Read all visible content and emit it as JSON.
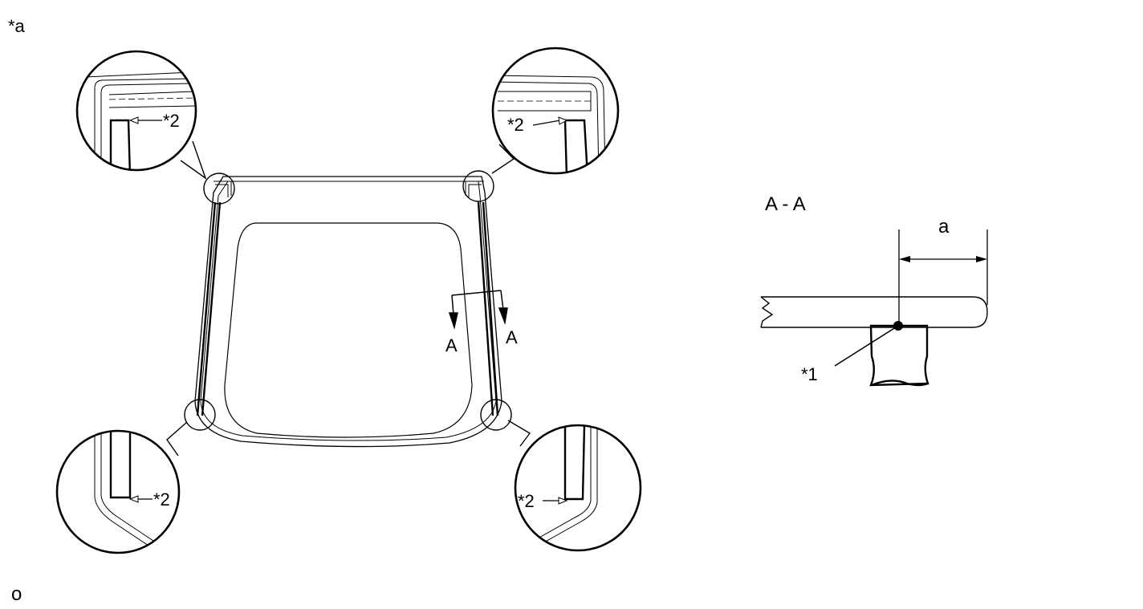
{
  "labels": {
    "figure_id": "*a",
    "footer_code": "o",
    "section_title": "A - A",
    "section_mark_left": "A",
    "section_mark_right": "A",
    "callout_seal": "*2",
    "callout_point": "*1",
    "dimension": "a"
  }
}
